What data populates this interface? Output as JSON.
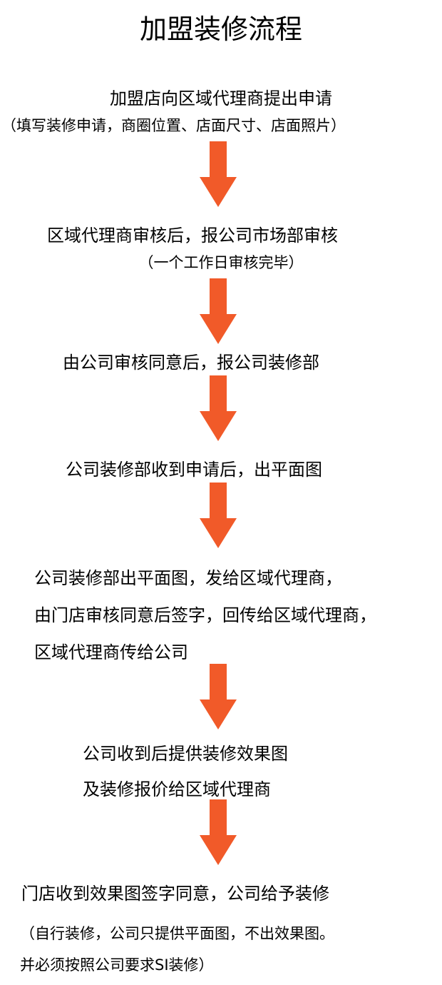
{
  "title": "加盟装修流程",
  "arrow_color": "#f15a29",
  "steps": [
    {
      "line1": "加盟店向区域代理商提出申请",
      "line2": "（填写装修申请，商圈位置、店面尺寸、店面照片）"
    },
    {
      "line1": "区域代理商审核后，报公司市场部审核",
      "line2": "（一个工作日审核完毕）"
    },
    {
      "line1": "由公司审核同意后，报公司装修部"
    },
    {
      "line1": "公司装修部收到申请后，出平面图"
    },
    {
      "line1": "公司装修部出平面图，发给区域代理商，",
      "line2": "由门店审核同意后签字，回传给区域代理商，",
      "line3": "区域代理商传给公司"
    },
    {
      "line1": "公司收到后提供装修效果图",
      "line2": "及装修报价给区域代理商"
    },
    {
      "line1": "门店收到效果图签字同意，公司给予装修",
      "line2": "（自行装修，公司只提供平面图，不出效果图。",
      "line3": "并必须按照公司要求SI装修）"
    }
  ]
}
